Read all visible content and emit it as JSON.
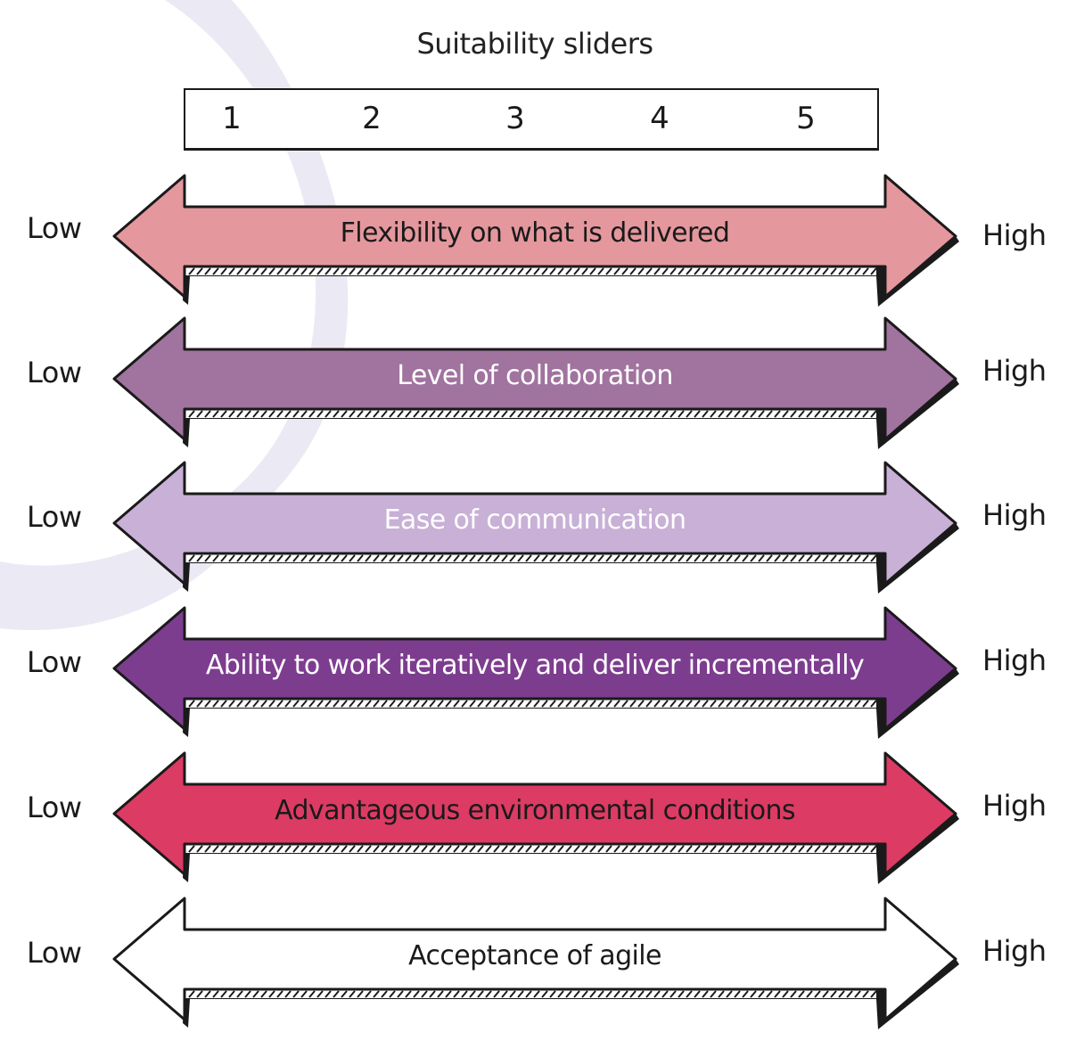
{
  "title": "Suitability sliders",
  "scale": [
    "1",
    "2",
    "3",
    "4",
    "5"
  ],
  "sliders": [
    {
      "label": "Flexibility on what is delivered",
      "low": "Low",
      "high": "High",
      "fill": "#e5979e",
      "text_color": "#1a1a1a"
    },
    {
      "label": "Level of collaboration",
      "low": "Low",
      "high": "High",
      "fill": "#a1739f",
      "text_color": "#ffffff"
    },
    {
      "label": "Ease of communication",
      "low": "Low",
      "high": "High",
      "fill": "#c8b0d6",
      "text_color": "#ffffff"
    },
    {
      "label": "Ability to work iteratively and deliver incrementally",
      "low": "Low",
      "high": "High",
      "fill": "#7d3d8f",
      "text_color": "#ffffff"
    },
    {
      "label": "Advantageous environmental conditions",
      "low": "Low",
      "high": "High",
      "fill": "#dc3b63",
      "text_color": "#1a1a1a"
    },
    {
      "label": "Acceptance of agile",
      "low": "Low",
      "high": "High",
      "fill": "#ffffff",
      "text_color": "#1a1a1a"
    }
  ],
  "colors": {
    "background_arc": "#ebe9f3",
    "outline": "#1a1a1a"
  }
}
